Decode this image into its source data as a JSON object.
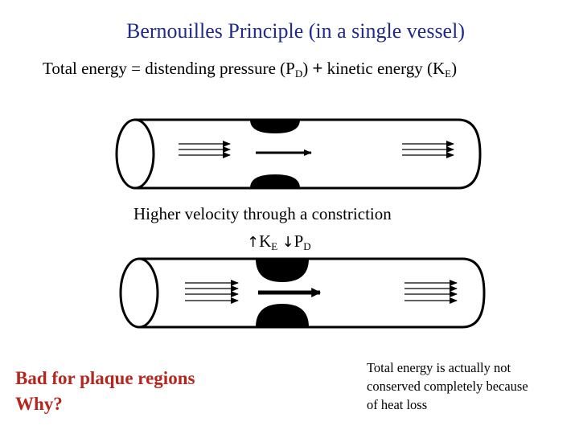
{
  "title": "Bernouilles Principle (in a single vessel)",
  "subtitle": {
    "part1": "Total energy = distending pressure (P",
    "sub1": "D",
    "part2": ")   ",
    "plus": "+",
    "part3": " kinetic energy (K",
    "sub2": "E",
    "part4": ")"
  },
  "caption": {
    "line1": "Higher velocity through a constriction",
    "up_arrow": "↑",
    "k": "K",
    "k_sub": "E",
    "down_arrow": "↓",
    "p": "P",
    "p_sub": "D"
  },
  "question": {
    "line1": "Bad for plaque regions",
    "line2": "Why?"
  },
  "note": {
    "line1": "Total energy is actually not",
    "line2": "conserved completely because",
    "line3": "of heat loss"
  },
  "colors": {
    "title": "#1f2a8c",
    "question": "#b3271f"
  }
}
